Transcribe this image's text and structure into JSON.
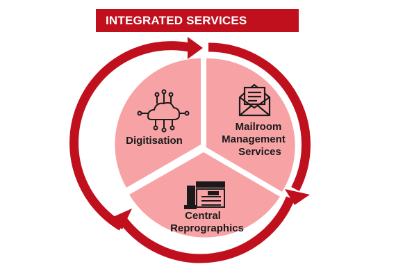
{
  "banner": {
    "title": "INTEGRATED SERVICES"
  },
  "colors": {
    "ring": "#c0101e",
    "segment_fill": "#f7a3a6",
    "banner_bg": "#c0101e",
    "icon": "#1a1a1a"
  },
  "segments": [
    {
      "id": "digitisation",
      "icon": "cloud-network-icon",
      "lines": [
        "Digitisation"
      ]
    },
    {
      "id": "mailroom",
      "icon": "mail-envelope-icon",
      "lines": [
        "Mailroom",
        "Management",
        "Services"
      ]
    },
    {
      "id": "reprographics",
      "icon": "printer-copier-icon",
      "lines": [
        "Central",
        "Reprographics"
      ]
    }
  ]
}
